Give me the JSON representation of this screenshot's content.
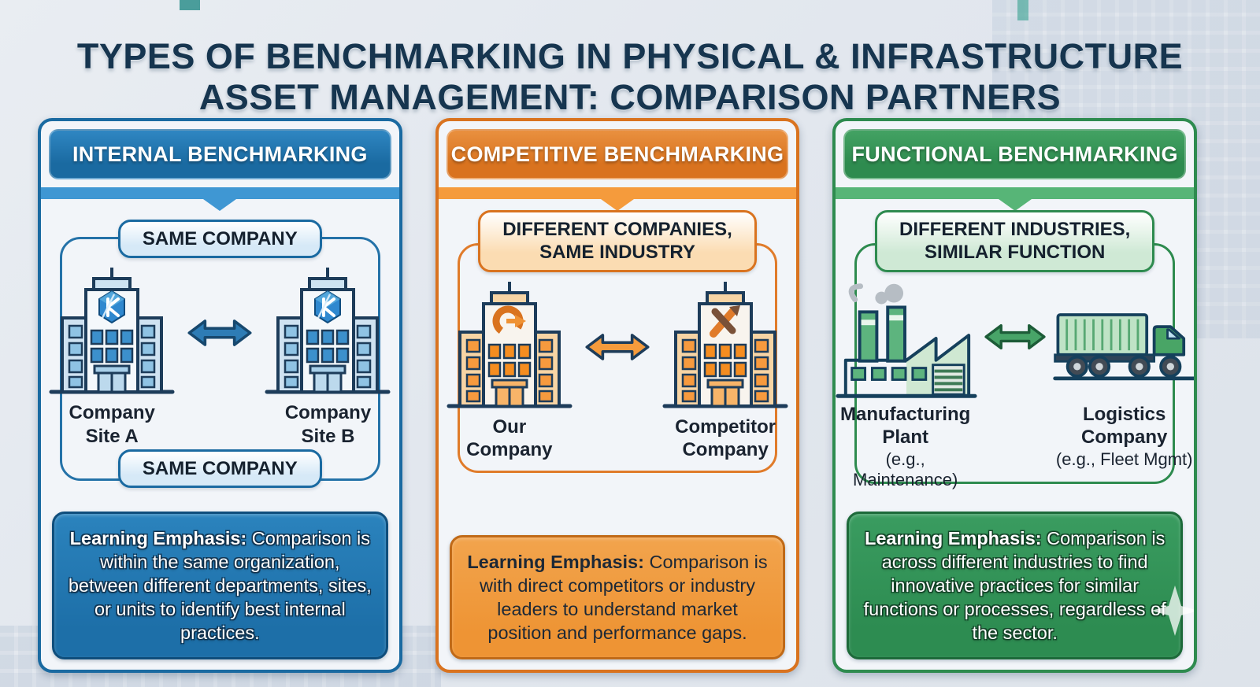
{
  "title": "TYPES OF BENCHMARKING IN PHYSICAL & INFRASTRUCTURE\nASSET MANAGEMENT: COMPARISON PARTNERS",
  "colors": {
    "background": "#e3e8ee",
    "title_text": "#16354f",
    "blue_primary": "#1a6aa1",
    "orange_primary": "#d9731f",
    "green_primary": "#2e8b4f"
  },
  "panels": [
    {
      "header": "INTERNAL BENCHMARKING",
      "top_pill": "SAME COMPANY",
      "bottom_pill": "SAME COMPANY",
      "arrow_icon": "double-arrow-icon",
      "items": [
        {
          "icon": "office-building-k-logo",
          "label": "Company\nSite A"
        },
        {
          "icon": "office-building-k-logo",
          "label": "Company\nSite B"
        }
      ],
      "learning": {
        "prefix": "Learning Emphasis:",
        "body": " Comparison is within the same organization, between different departments, sites, or units to identify best internal practices."
      }
    },
    {
      "header": "COMPETITIVE BENCHMARKING",
      "top_pill": "DIFFERENT COMPANIES,\nSAME INDUSTRY",
      "arrow_icon": "double-arrow-icon",
      "items": [
        {
          "icon": "office-building-c-logo",
          "label": "Our\nCompany"
        },
        {
          "icon": "office-building-x-logo",
          "label": "Competitor\nCompany"
        }
      ],
      "learning": {
        "prefix": "Learning Emphasis:",
        "body": " Comparison is with direct competitors or industry leaders to understand market position and performance gaps."
      }
    },
    {
      "header": "FUNCTIONAL BENCHMARKING",
      "top_pill": "DIFFERENT INDUSTRIES,\nSIMILAR FUNCTION",
      "arrow_icon": "double-arrow-icon",
      "items": [
        {
          "icon": "factory-icon",
          "label": "Manufacturing\nPlant",
          "sublabel": "(e.g., Maintenance)"
        },
        {
          "icon": "truck-icon",
          "label": "Logistics\nCompany",
          "sublabel": "(e.g., Fleet Mgmt)"
        }
      ],
      "learning": {
        "prefix": "Learning Emphasis:",
        "body": " Comparison is across different industries to find innovative practices for similar functions or processes, regardless of the sector."
      }
    }
  ]
}
